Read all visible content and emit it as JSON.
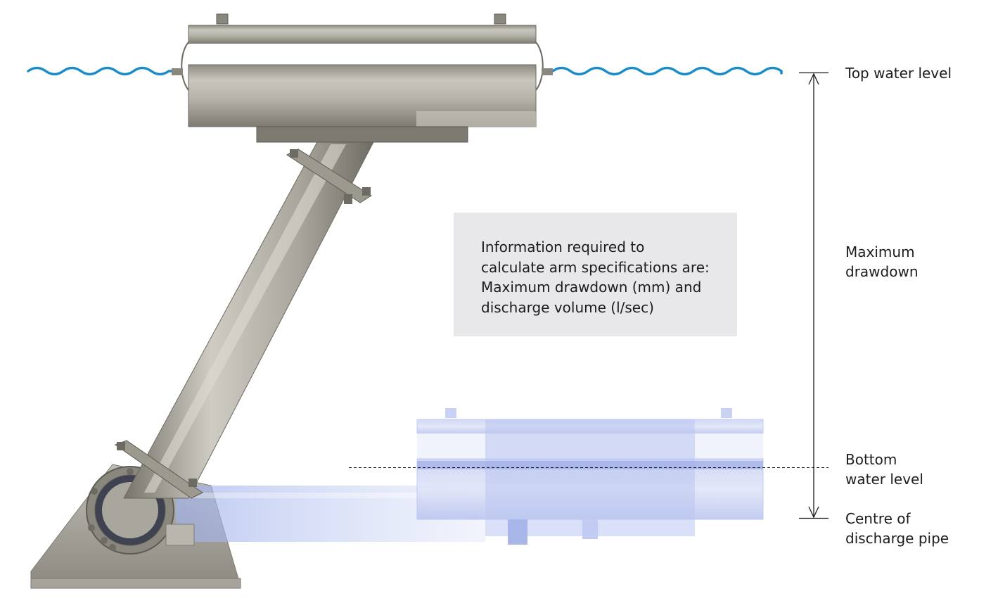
{
  "labels": {
    "top_water_level": "Top water level",
    "maximum_drawdown": [
      "Maximum",
      "drawdown"
    ],
    "bottom_water_level": [
      "Bottom",
      "water level"
    ],
    "centre_of_discharge_pipe": [
      "Centre of",
      "discharge pipe"
    ]
  },
  "info_box": {
    "lines": [
      "Information required to",
      "calculate arm specifications are:",
      "Maximum drawdown (mm) and",
      "discharge volume (l/sec)"
    ]
  },
  "colors": {
    "water_wave": "#1a8cc8",
    "steel": "#b3b0a6",
    "ghost_arm": "#aab8ee",
    "dimension_line": "#1c1c1c",
    "info_box_bg": "#e8e7ea"
  }
}
